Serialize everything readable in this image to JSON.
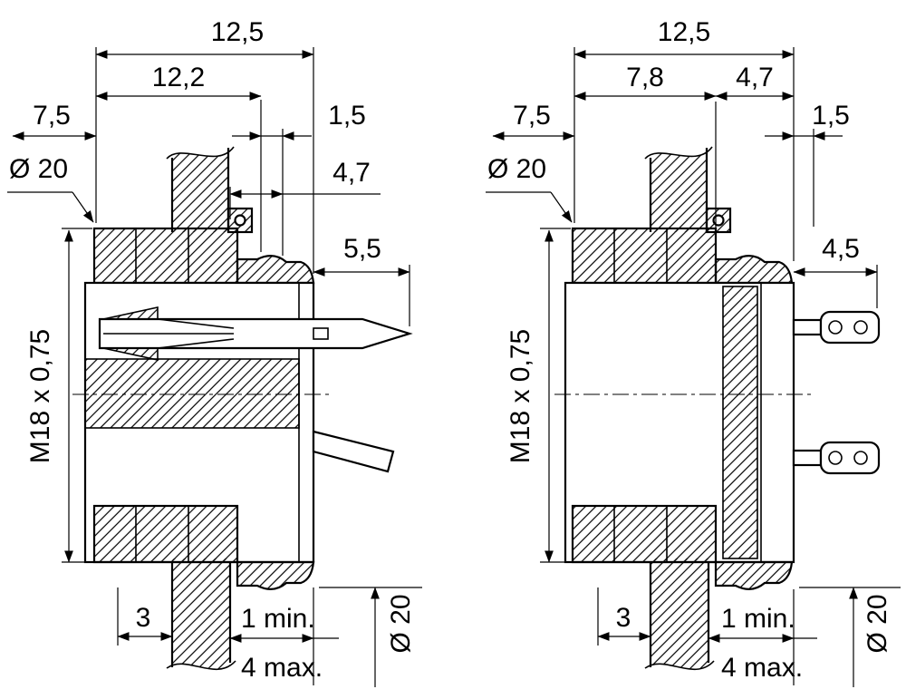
{
  "figures": {
    "left": {
      "top_overall": "12,5",
      "top_inner": "12,2",
      "front_offset": "7,5",
      "groove_width": "1,5",
      "flange_offset": "4,7",
      "diameter_front": "Ø 20",
      "contact_length": "5,5",
      "thread": "M18 x 0,75",
      "stem_width": "3",
      "panel_min": "1 min.",
      "panel_max": "4 max.",
      "diameter_rear": "Ø 20"
    },
    "right": {
      "top_overall": "12,5",
      "top_left": "7,8",
      "top_right": "4,7",
      "front_offset": "7,5",
      "groove_width": "1,5",
      "diameter_front": "Ø 20",
      "contact_length": "4,5",
      "thread": "M18 x 0,75",
      "stem_width": "3",
      "panel_min": "1 min.",
      "panel_max": "4 max.",
      "diameter_rear": "Ø 20"
    }
  }
}
